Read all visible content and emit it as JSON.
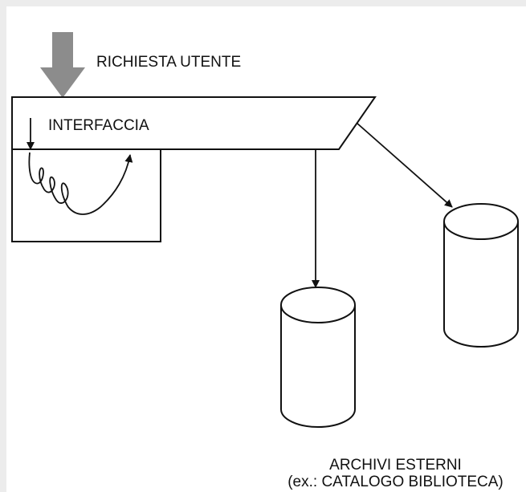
{
  "diagram": {
    "user_request_label": "RICHIESTA UTENTE",
    "interface_label": "INTERFACCIA",
    "archives_label_line1": "ARCHIVI ESTERNI",
    "archives_label_line2": "(ex.: CATALOGO BIBLIOTECA)"
  },
  "colors": {
    "background": "#ececec",
    "panel": "#ffffff",
    "stroke": "#111111",
    "input_arrow": "#8c8c8c"
  }
}
